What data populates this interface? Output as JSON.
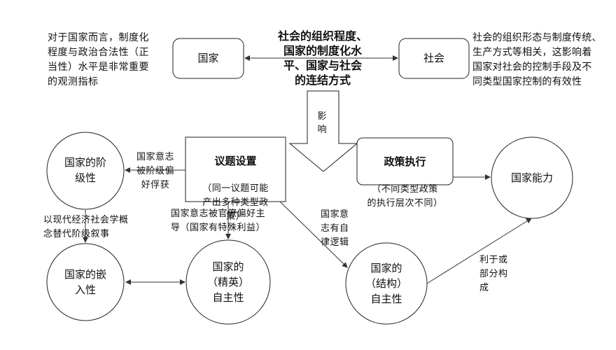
{
  "diagram": {
    "nodes": {
      "state": "国家",
      "society": "社会",
      "class_nature": "国家的阶\n级性",
      "embeddedness": "国家的嵌\n入性",
      "elite_autonomy": "国家的\n（精英）\n自主性",
      "structural_autonomy": "国家的\n（结构）\n自主性",
      "state_capacity": "国家能力"
    },
    "central_title": "社会的组织程度、\n国家的制度化水\n平、国家与社会\n的连结方式",
    "influence_label": "影响",
    "agenda_box": {
      "title": "议题设置",
      "body": "（同一议题可能\n产出多种类型政\n策）"
    },
    "policy_box": {
      "title": "政策执行",
      "body": "（不同类型政策\n的执行层次不同）"
    },
    "notes": {
      "state_note": "对于国家而言，制度化\n程度与政治合法性（正\n当性）水平是非常重要\n的观测指标",
      "society_note": "社会的组织形态与制度传统、\n生产方式等相关，这影响着\n国家对社会的控制手段及不\n同类型国家控制的有效性",
      "captured_by_class": "国家意志\n被阶级偏\n好俘获",
      "replace_class_narrative": "以现代经济社会学概\n念替代阶级叙事",
      "bureaucrat_preference": "国家意志被官僚偏好主\n导（国家有特殊利益）",
      "autonomous_logic": "国家意\n志有自\n律逻辑",
      "partial_composition": "利于或\n部分构\n成"
    }
  }
}
